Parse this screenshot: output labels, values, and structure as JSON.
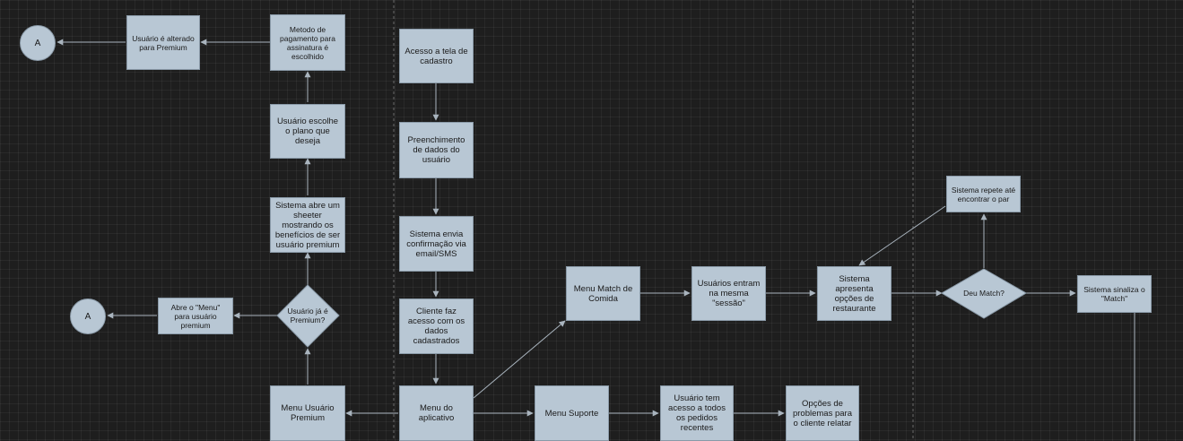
{
  "nodes": {
    "acesso_cadastro": "Acesso a tela de cadastro",
    "preenchimento": "Preenchimento de dados do usuário",
    "envia_confirmacao": "Sistema envia confirmação via email/SMS",
    "cliente_acesso": "Cliente faz acesso com os dados cadastrados",
    "menu_aplicativo": "Menu do aplicativo",
    "menu_usuario_premium": "Menu Usuário Premium",
    "usuario_ja_premium": "Usuário já é Premium?",
    "abre_menu_premium": "Abre o \"Menu\" para usuário premium",
    "connector_a_lower": "A",
    "sistema_abre_sheeter": "Sistema abre um sheeter mostrando os benefícios de ser usuário premium",
    "usuario_escolhe_plano": "Usuário escolhe o plano que deseja",
    "metodo_pagamento": "Metodo de pagamento para assinatura é escolhido",
    "usuario_alterado_premium": "Usuário é alterado para Premium",
    "connector_a_upper": "A",
    "menu_match": "Menu Match de Comida",
    "usuarios_sessao": "Usuários entram na mesma \"sessão\"",
    "sistema_opcoes": "Sistema apresenta opções de restaurante",
    "deu_match": "Deu Match?",
    "repete_par": "Sistema repete até encontrar o par",
    "sinaliza_match": "Sistema sinaliza o \"Match\"",
    "menu_suporte": "Menu Suporte",
    "acesso_pedidos": "Usuário tem acesso a todos os pedidos recentes",
    "opcoes_problemas": "Opções de problemas para o cliente relatar"
  },
  "colors": {
    "background": "#1e1e1e",
    "node_fill": "#b8c7d4",
    "node_border": "#8a9aa8",
    "edge": "#a9b4be",
    "lane_divider": "#6a6a6a"
  }
}
